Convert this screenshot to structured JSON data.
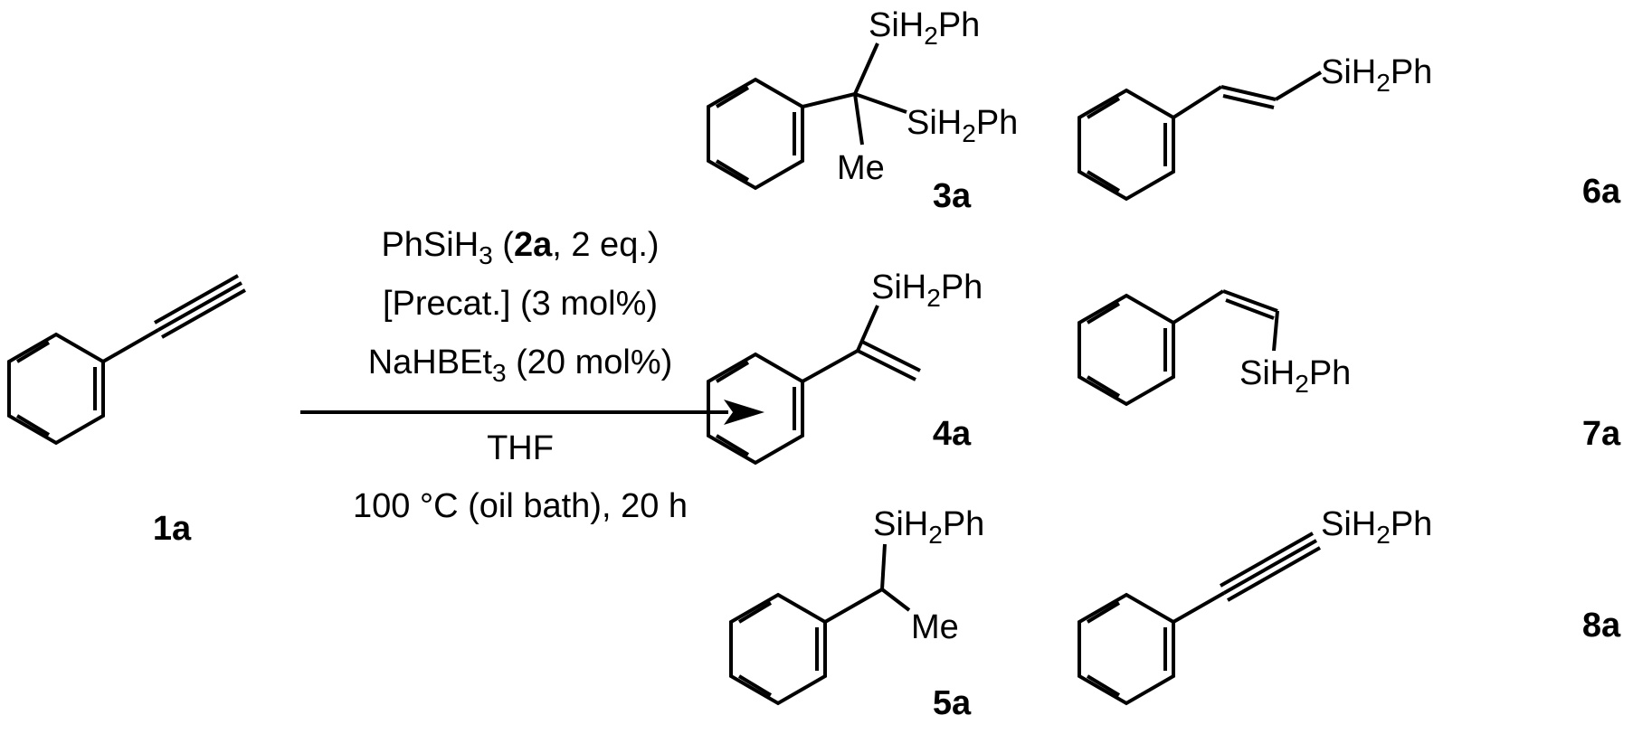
{
  "reactant": {
    "id": "1a"
  },
  "conditions": {
    "silane_pre": "PhSiH",
    "silane_sub": "3",
    "silane_open": " (",
    "silane_bold": "2a",
    "silane_post": ", 2 eq.)",
    "precat": "[Precat.] (3 mol%)",
    "base_pre": "NaHBEt",
    "base_sub": "3",
    "base_post": " (20 mol%)",
    "solvent": "THF",
    "temperature": "100 °C (oil bath), 20 h"
  },
  "groups": {
    "si_a": "SiH",
    "si_sub": "2",
    "si_b": "Ph",
    "methyl": "Me"
  },
  "products": [
    {
      "id": "3a"
    },
    {
      "id": "4a"
    },
    {
      "id": "5a"
    },
    {
      "id": "6a"
    },
    {
      "id": "7a"
    },
    {
      "id": "8a"
    }
  ]
}
